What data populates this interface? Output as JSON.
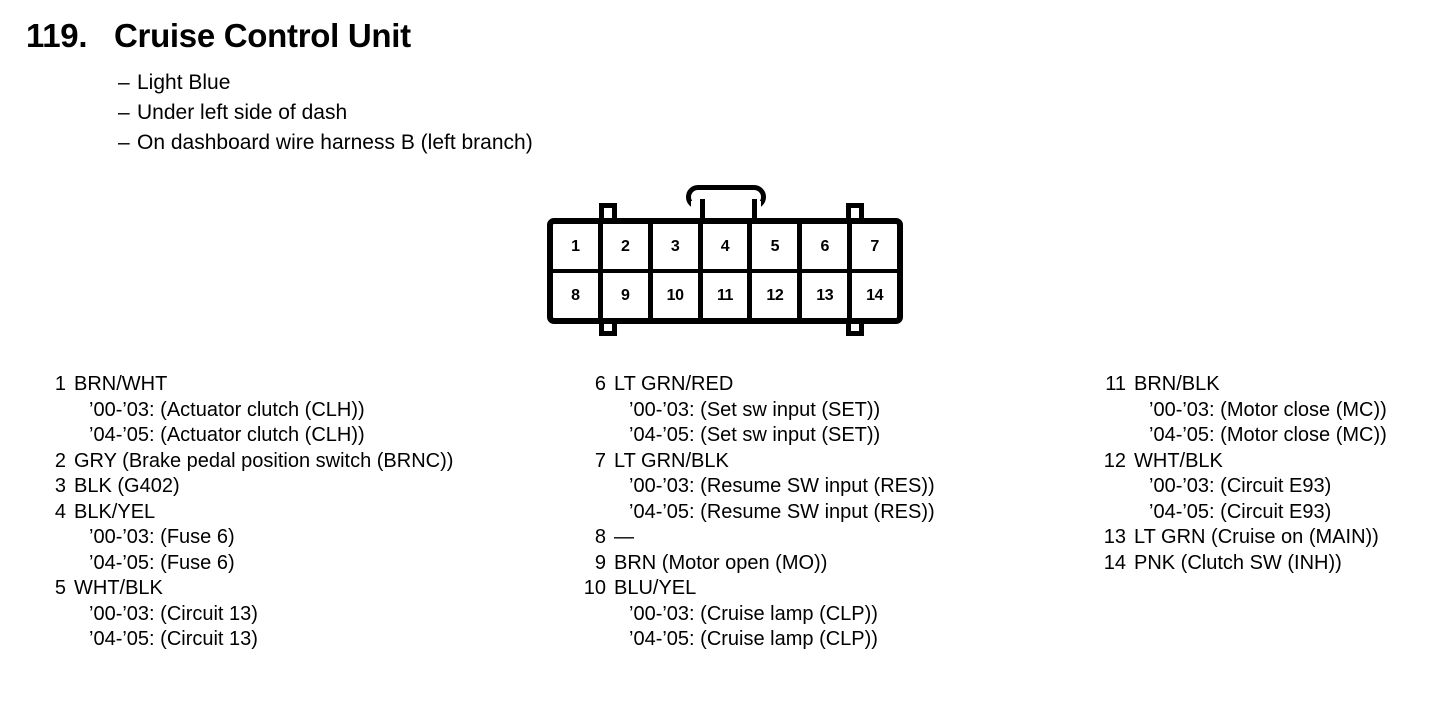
{
  "header": {
    "number": "119.",
    "title": "Cruise Control Unit",
    "notes": [
      {
        "dash": "–",
        "text": "Light Blue"
      },
      {
        "dash": "–",
        "text": "Under left side of dash"
      },
      {
        "dash": "–",
        "text": "On dashboard wire harness B (left branch)"
      }
    ]
  },
  "connector": {
    "name": "14-pin connector",
    "rows": [
      [
        "1",
        "2",
        "3",
        "4",
        "5",
        "6",
        "7"
      ],
      [
        "8",
        "9",
        "10",
        "11",
        "12",
        "13",
        "14"
      ]
    ]
  },
  "legend": {
    "columns": [
      {
        "entries": [
          {
            "num": "1",
            "name": "BRN/WHT",
            "subs": [
              "’00-’03: (Actuator clutch (CLH))",
              "’04-’05: (Actuator clutch (CLH))"
            ]
          },
          {
            "num": "2",
            "name": "GRY (Brake pedal position switch (BRNC))",
            "subs": []
          },
          {
            "num": "3",
            "name": "BLK (G402)",
            "subs": []
          },
          {
            "num": "4",
            "name": "BLK/YEL",
            "subs": [
              "’00-’03: (Fuse 6)",
              "’04-’05: (Fuse 6)"
            ]
          },
          {
            "num": "5",
            "name": "WHT/BLK",
            "subs": [
              "’00-’03: (Circuit 13)",
              "’04-’05: (Circuit 13)"
            ]
          }
        ]
      },
      {
        "entries": [
          {
            "num": "6",
            "name": "LT GRN/RED",
            "subs": [
              "’00-’03: (Set sw input (SET))",
              "’04-’05: (Set sw input (SET))"
            ]
          },
          {
            "num": "7",
            "name": "LT GRN/BLK",
            "subs": [
              "’00-’03: (Resume SW input (RES))",
              "’04-’05: (Resume SW input (RES))"
            ]
          },
          {
            "num": "8",
            "name": "—",
            "subs": []
          },
          {
            "num": "9",
            "name": "BRN (Motor open (MO))",
            "subs": []
          },
          {
            "num": "10",
            "name": "BLU/YEL",
            "subs": [
              "’00-’03: (Cruise lamp (CLP))",
              "’04-’05: (Cruise lamp (CLP))"
            ]
          }
        ]
      },
      {
        "entries": [
          {
            "num": "11",
            "name": "BRN/BLK",
            "subs": [
              "’00-’03: (Motor close (MC))",
              "’04-’05: (Motor close (MC))"
            ]
          },
          {
            "num": "12",
            "name": "WHT/BLK",
            "subs": [
              "’00-’03: (Circuit E93)",
              "’04-’05: (Circuit E93)"
            ]
          },
          {
            "num": "13",
            "name": "LT GRN (Cruise on (MAIN))",
            "subs": []
          },
          {
            "num": "14",
            "name": "PNK (Clutch SW (INH))",
            "subs": []
          }
        ]
      }
    ]
  },
  "colors": {
    "ink": "#000000",
    "paper": "#ffffff"
  }
}
